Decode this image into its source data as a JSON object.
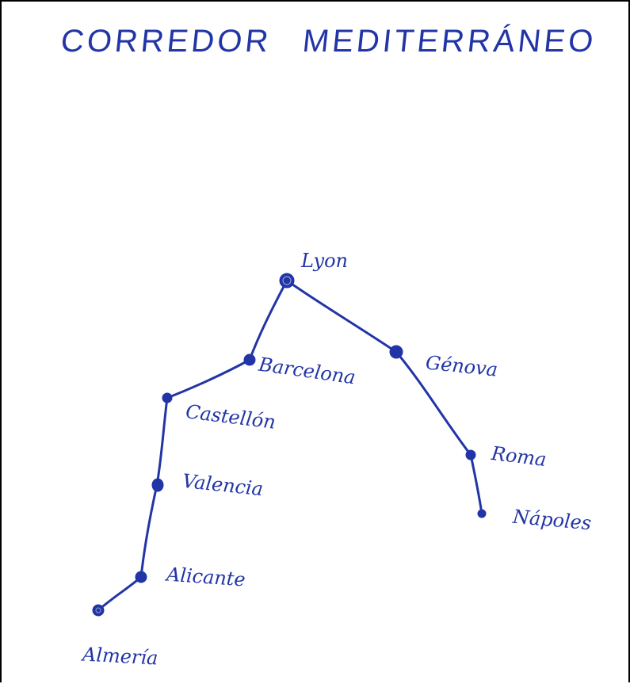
{
  "ink_color": "#2235a6",
  "title": {
    "word1": "CORREDOR",
    "word2": "MEDITERRÁNEO"
  },
  "cities": {
    "lyon": "Lyon",
    "barcelona": "Barcelona",
    "castellon": "Castellón",
    "valencia": "Valencia",
    "alicante": "Alicante",
    "almeria": "Almería",
    "genova": "Génova",
    "roma": "Roma",
    "napoles": "Nápoles"
  },
  "edges": [
    [
      "almeria",
      "alicante"
    ],
    [
      "alicante",
      "valencia"
    ],
    [
      "valencia",
      "castellon"
    ],
    [
      "castellon",
      "barcelona"
    ],
    [
      "barcelona",
      "lyon"
    ],
    [
      "lyon",
      "genova"
    ],
    [
      "genova",
      "roma"
    ],
    [
      "roma",
      "napoles"
    ]
  ]
}
